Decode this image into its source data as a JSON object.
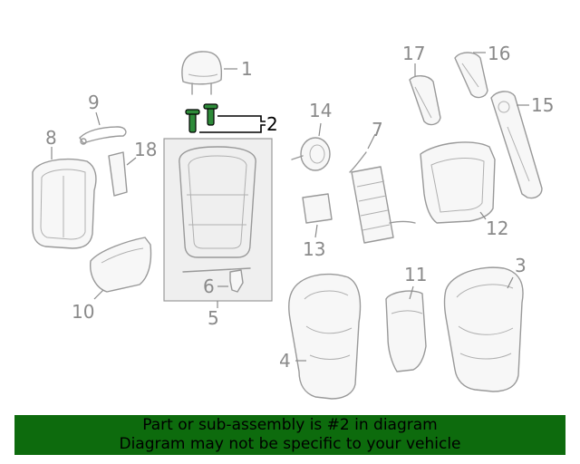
{
  "callouts": {
    "c1": "1",
    "c2": "2",
    "c3": "3",
    "c4": "4",
    "c5": "5",
    "c6": "6",
    "c7": "7",
    "c8": "8",
    "c9": "9",
    "c10": "10",
    "c11": "11",
    "c12": "12",
    "c13": "13",
    "c14": "14",
    "c15": "15",
    "c16": "16",
    "c17": "17",
    "c18": "18"
  },
  "banner": {
    "line1": "Part or sub-assembly is #2 in diagram",
    "line2": "Diagram may not be specific to your vehicle"
  },
  "colors": {
    "banner_bg": "#0d6b0d",
    "highlight": "#2e8b3a",
    "line_art": "#999999"
  }
}
